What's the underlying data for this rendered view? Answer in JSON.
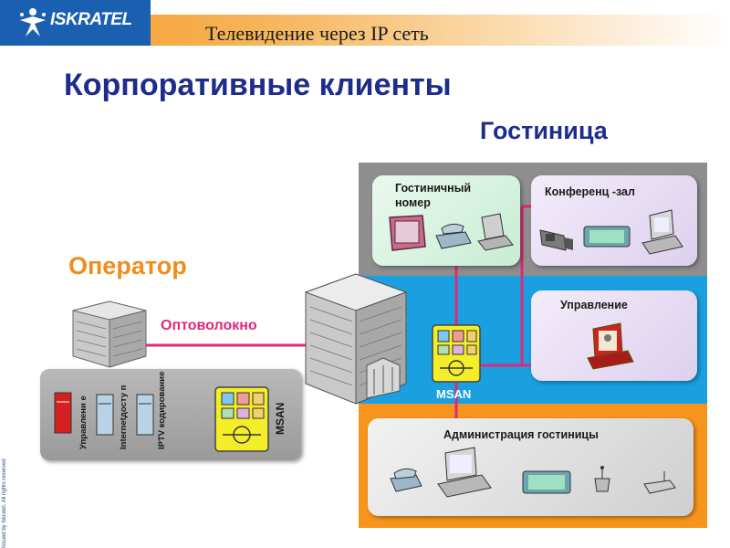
{
  "header": {
    "logo_text": "ISKRATEL",
    "subtitle": "Телевидение через IP сеть"
  },
  "main_title": "Корпоративные клиенты",
  "hotel": {
    "title": "Гостиница",
    "room_label": "Гостиничный номер",
    "conference_label": "Конференц -зал",
    "management_label": "Управление",
    "administration_label": "Администрация гостиницы",
    "msan_label": "MSAN"
  },
  "operator": {
    "title": "Оператор",
    "fiber_label": "Оптоволокно",
    "panel_items": {
      "management": "Управлени е",
      "internet": "Internetдосту п",
      "iptv": "IPTV кодирование",
      "msan": "MSAN"
    }
  },
  "side_note": "Issued by Iskratel. All rights reserved",
  "colors": {
    "title_blue": "#1e2d8c",
    "operator_orange": "#f08c1e",
    "fiber_pink": "#e0287a",
    "hotel_gray": "#8e8e8e",
    "hotel_blue": "#1aa0e0",
    "hotel_orange": "#f7941d",
    "logo_blue": "#1a5fb0"
  }
}
